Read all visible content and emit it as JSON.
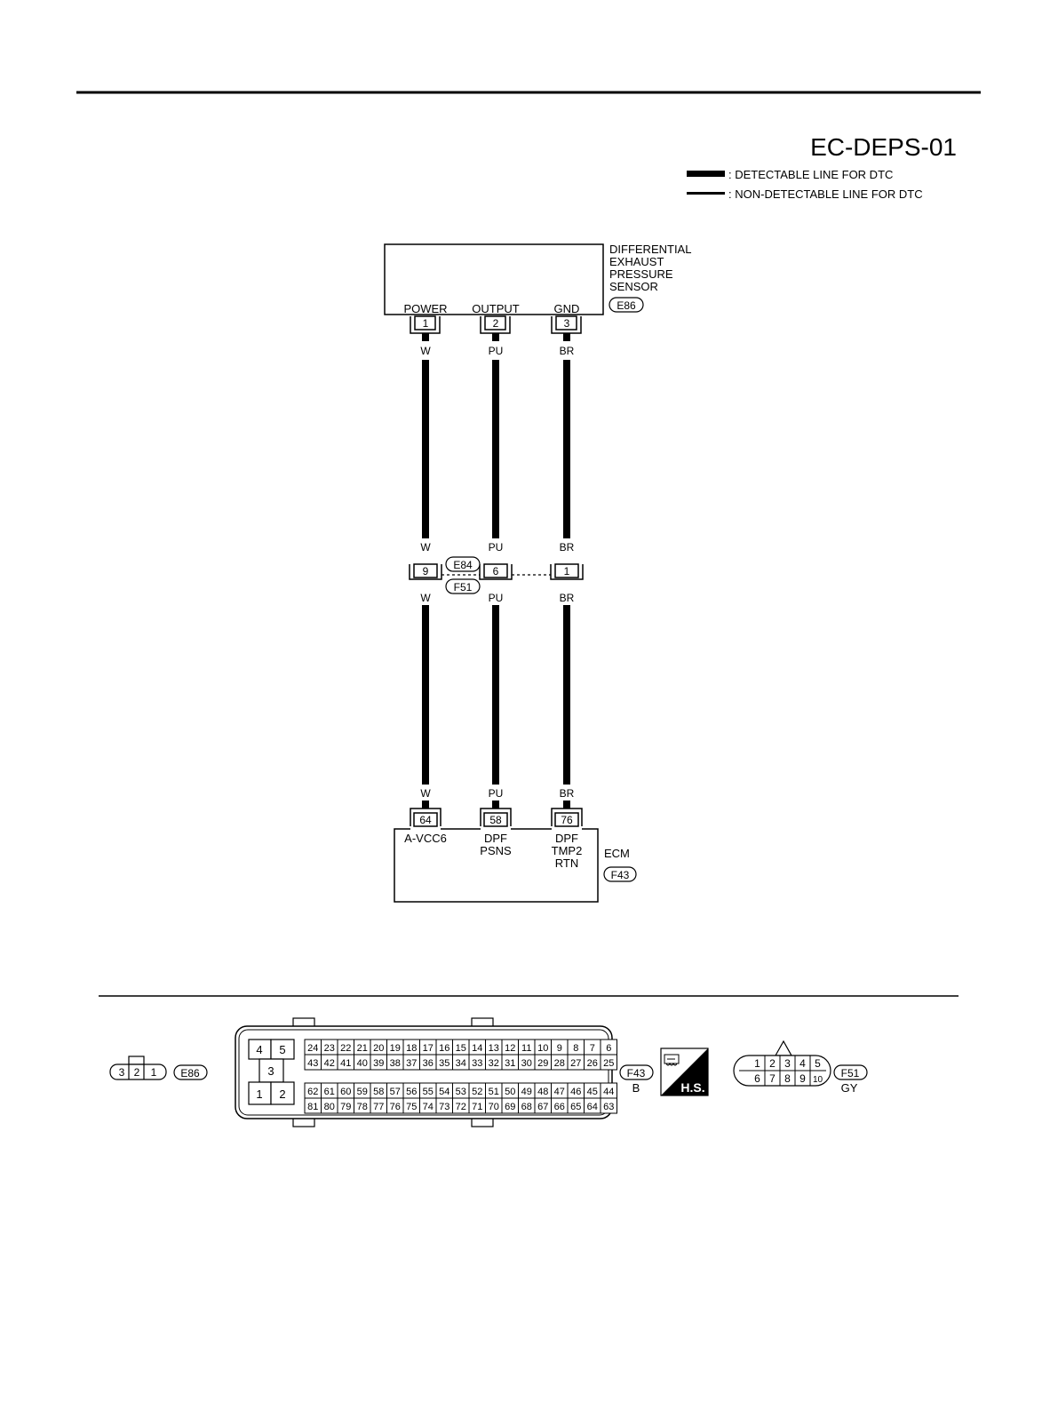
{
  "diagram_id": "EC-DEPS-01",
  "legend": {
    "detectable": ": DETECTABLE LINE FOR DTC",
    "non_detectable": ": NON-DETECTABLE LINE FOR DTC"
  },
  "sensor": {
    "name_lines": [
      "DIFFERENTIAL",
      "EXHAUST",
      "PRESSURE",
      "SENSOR"
    ],
    "connector": "E86",
    "pins": [
      {
        "label": "POWER",
        "num": "1"
      },
      {
        "label": "OUTPUT",
        "num": "2"
      },
      {
        "label": "GND",
        "num": "3"
      }
    ]
  },
  "wires": [
    "W",
    "PU",
    "BR"
  ],
  "joint": {
    "upper_connector": "E84",
    "lower_connector": "F51",
    "pins": [
      "9",
      "6",
      "1"
    ]
  },
  "ecm": {
    "name": "ECM",
    "connector": "F43",
    "pins": [
      {
        "num": "64",
        "label_lines": [
          "A-VCC6"
        ]
      },
      {
        "num": "58",
        "label_lines": [
          "DPF",
          "PSNS"
        ]
      },
      {
        "num": "76",
        "label_lines": [
          "DPF",
          "TMP2",
          "RTN"
        ]
      }
    ]
  },
  "connector_views": {
    "e86": {
      "id": "E86",
      "pins": [
        "3",
        "2",
        "1"
      ]
    },
    "f43": {
      "id": "F43",
      "color": "B",
      "block_pins": {
        "top": [
          "4",
          "5"
        ],
        "mid": "3",
        "bottom": [
          "1",
          "2"
        ]
      },
      "rows": [
        [
          "24",
          "23",
          "22",
          "21",
          "20",
          "19",
          "18",
          "17",
          "16",
          "15",
          "14",
          "13",
          "12",
          "11",
          "10",
          "9",
          "8",
          "7",
          "6"
        ],
        [
          "43",
          "42",
          "41",
          "40",
          "39",
          "38",
          "37",
          "36",
          "35",
          "34",
          "33",
          "32",
          "31",
          "30",
          "29",
          "28",
          "27",
          "26",
          "25"
        ],
        [
          "62",
          "61",
          "60",
          "59",
          "58",
          "57",
          "56",
          "55",
          "54",
          "53",
          "52",
          "51",
          "50",
          "49",
          "48",
          "47",
          "46",
          "45",
          "44"
        ],
        [
          "81",
          "80",
          "79",
          "78",
          "77",
          "76",
          "75",
          "74",
          "73",
          "72",
          "71",
          "70",
          "69",
          "68",
          "67",
          "66",
          "65",
          "64",
          "63"
        ]
      ]
    },
    "hs_label": "H.S.",
    "f51": {
      "id": "F51",
      "color": "GY",
      "rows": [
        [
          "1",
          "2",
          "3",
          "4",
          "5"
        ],
        [
          "6",
          "7",
          "8",
          "9",
          "10"
        ]
      ]
    }
  }
}
